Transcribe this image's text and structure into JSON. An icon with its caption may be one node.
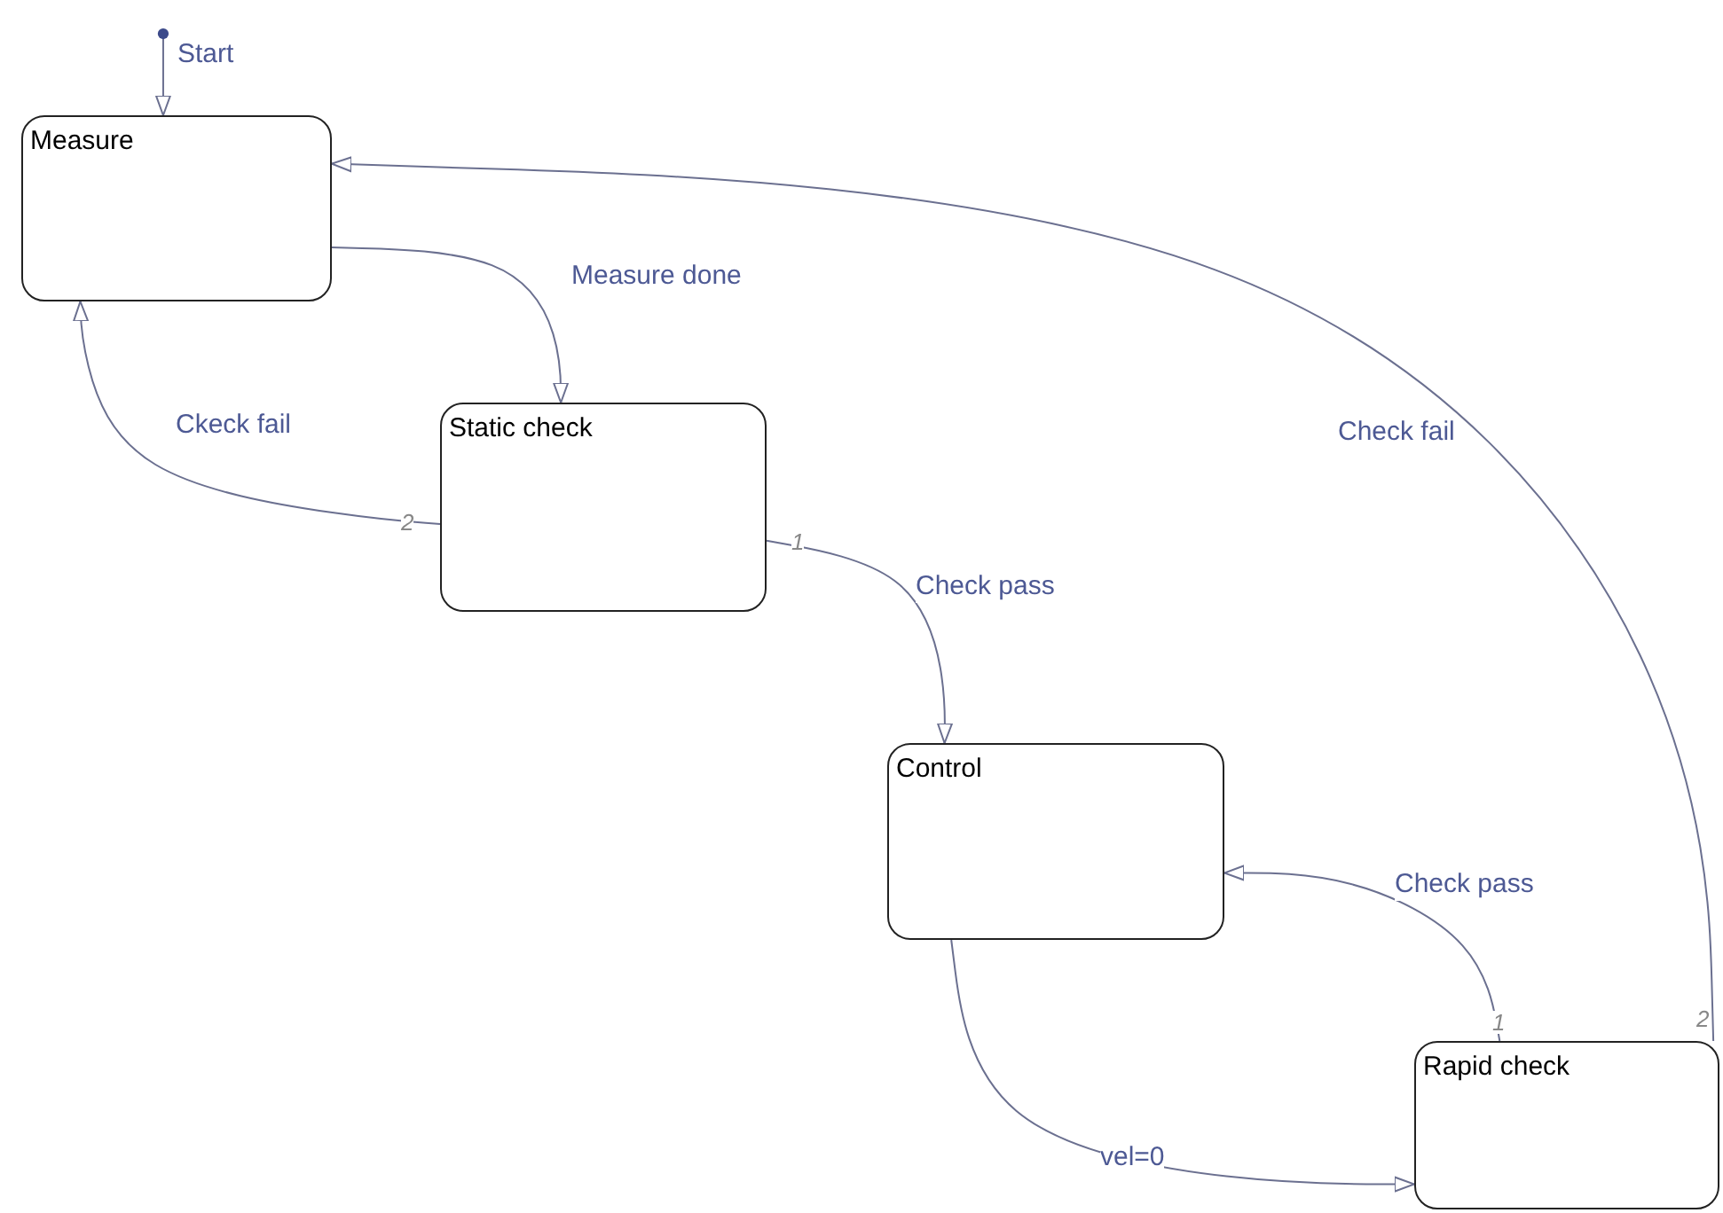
{
  "diagram": {
    "nodes": [
      {
        "text": [
          "Measure"
        ]
      },
      {
        "text": [
          "Static check"
        ]
      },
      {
        "text": [
          "Control"
        ]
      },
      {
        "text": [
          "Rapid check"
        ]
      }
    ],
    "edges": [
      {
        "from": null,
        "to": 0,
        "arrow": "to",
        "label": "Start"
      },
      {
        "from": 0,
        "to": 1,
        "arrow": "to",
        "label": "Measure done"
      },
      {
        "from": 1,
        "to": 0,
        "arrow": "to",
        "label": "Ckeck fail"
      },
      {
        "from": 1,
        "to": 2,
        "arrow": "to",
        "label": "Check pass"
      },
      {
        "from": 3,
        "to": 2,
        "arrow": "to",
        "label": "Check pass"
      },
      {
        "from": 2,
        "to": 3,
        "arrow": "to",
        "label": "vel=0"
      },
      {
        "from": 3,
        "to": 0,
        "arrow": "to",
        "label": "Check fail"
      }
    ],
    "labels": [
      "2",
      "1",
      "1",
      "2"
    ]
  }
}
